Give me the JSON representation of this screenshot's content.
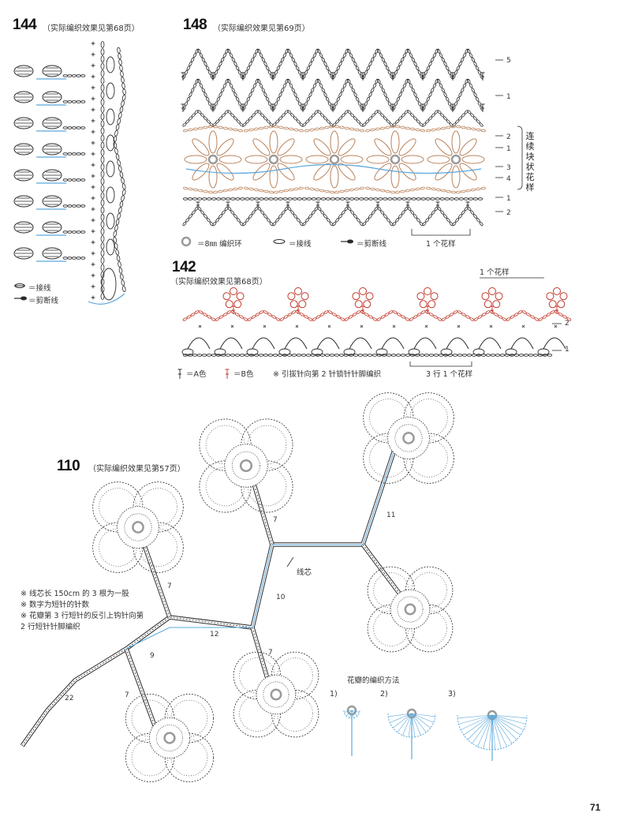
{
  "page_number": "71",
  "colors": {
    "ink": "#2b2b2b",
    "blue": "#5aa8dc",
    "brown": "#b9825a",
    "red": "#c0392b",
    "ring": "#9a9a9a"
  },
  "p144": {
    "number": "144",
    "ref": "（实际编织效果见第68页）",
    "legend": [
      {
        "icon": "join-thread-icon",
        "label": "＝接线"
      },
      {
        "icon": "cut-thread-icon",
        "label": "＝剪断线"
      }
    ]
  },
  "p148": {
    "number": "148",
    "ref": "（实际编织效果见第69页）",
    "row_labels": [
      "5",
      "1",
      "2",
      "1",
      "3",
      "4",
      "1",
      "2"
    ],
    "side_label": [
      "连",
      "续",
      "块",
      "状",
      "花",
      "样"
    ],
    "legend": [
      {
        "icon": "ring-icon",
        "label": "＝8㎜ 编织环"
      },
      {
        "icon": "join-thread-icon",
        "label": "＝接线"
      },
      {
        "icon": "cut-thread-icon",
        "label": "＝剪断线"
      }
    ],
    "repeat_label": "1 个花样"
  },
  "p142": {
    "number": "142",
    "ref": "（实际编织效果见第68页）",
    "repeat_label_top": "1 个花样",
    "row_labels": [
      "2",
      "1"
    ],
    "legend": [
      {
        "icon": "color-a-stitch-icon",
        "label": "＝A色"
      },
      {
        "icon": "color-b-stitch-icon",
        "label": "＝B色"
      },
      {
        "icon": "note-icon",
        "label": "※ 引拔针向第 2 针锁针针脚编织"
      }
    ],
    "repeat_label_bottom": "3 行 1 个花样"
  },
  "p110": {
    "number": "110",
    "ref": "（实际编织效果见第57页）",
    "notes": [
      "※ 线芯长 150cm 的 3 根为一股",
      "※ 数字为短针的针数",
      "※ 花瓣第 3 行短针的反引上钩针向第",
      "2 行短针针脚编织"
    ],
    "core_label": "线芯",
    "counts": [
      "7",
      "11",
      "7",
      "10",
      "7",
      "12",
      "9",
      "7",
      "22"
    ],
    "petal_title": "花瓣的编织方法",
    "steps": [
      "1)",
      "2)",
      "3)"
    ]
  }
}
